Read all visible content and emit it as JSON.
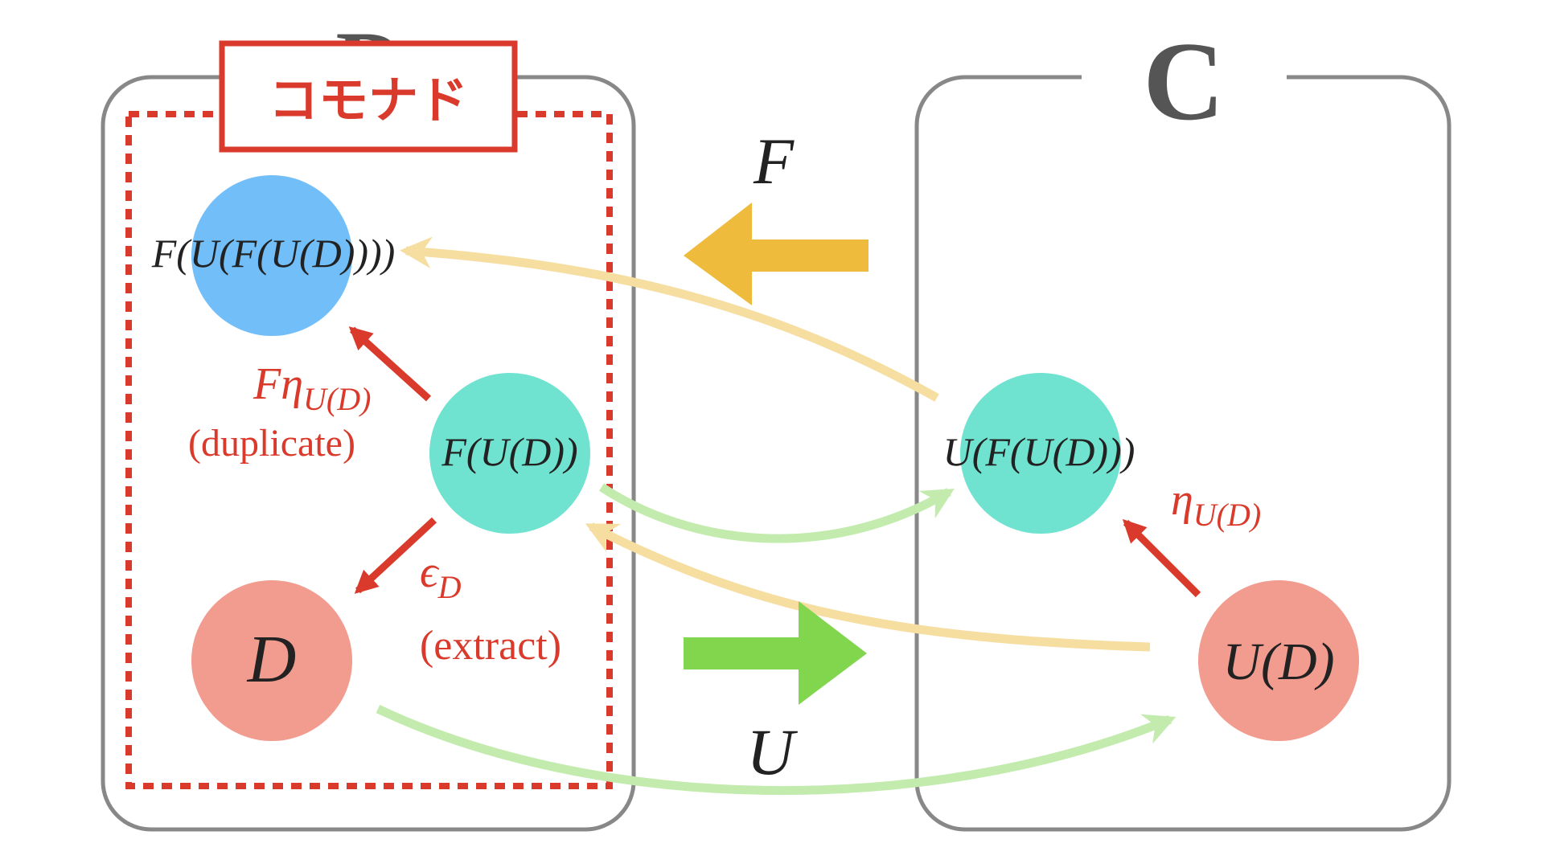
{
  "categories": {
    "D": {
      "title": "D"
    },
    "C": {
      "title": "C"
    }
  },
  "comonad_label": "コモナド",
  "functors": {
    "F": "F",
    "U": "U"
  },
  "objects": {
    "FUFUD": {
      "base": "F(U(F(U(D))))"
    },
    "FUD": {
      "base": "F(U(D))"
    },
    "D": {
      "base": "D"
    },
    "UFUD": {
      "base": "U(F(U(D)))"
    },
    "UD": {
      "base": "U(D)"
    }
  },
  "morphisms": {
    "duplicate": {
      "symbol": "Fη",
      "sub": "U(D)",
      "name": "(duplicate)"
    },
    "extract": {
      "symbol": "ϵ",
      "sub": "D",
      "name": "(extract)"
    },
    "unit": {
      "symbol": "η",
      "sub": "U(D)"
    }
  },
  "colors": {
    "red": "#d93a2b",
    "blue_node": "#72bef8",
    "teal_node": "#6fe3cf",
    "salmon_node": "#f29b8f",
    "yellow_arrow": "#eebb3c",
    "yellow_curve": "#f6dda0",
    "green_arrow": "#82d64e",
    "green_curve": "#c3ebae",
    "frame_gray": "#888888",
    "title_gray": "#555555",
    "text_dark": "#222222"
  }
}
